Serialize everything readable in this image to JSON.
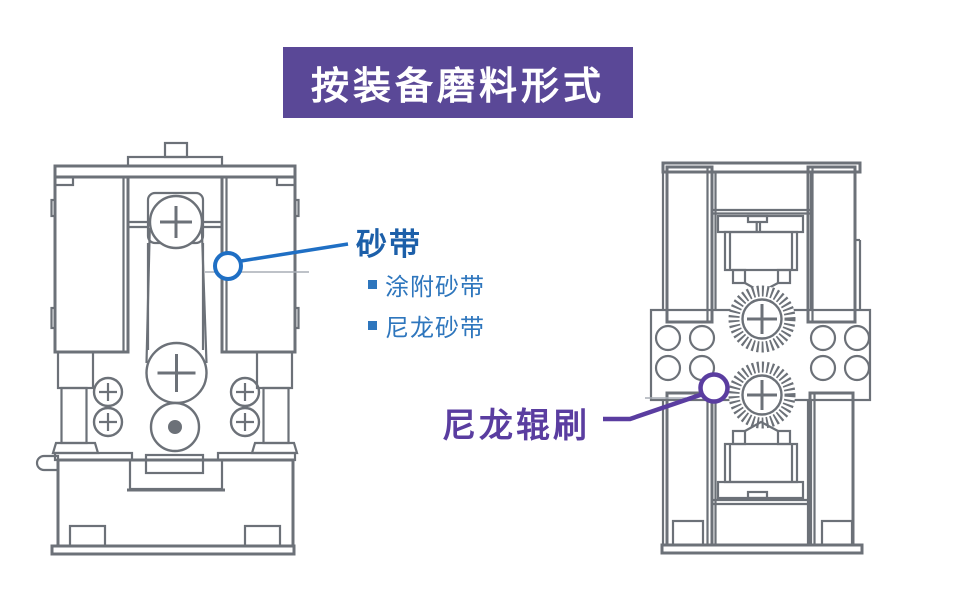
{
  "header": {
    "title": "按装备磨料形式"
  },
  "annotations": {
    "belt": {
      "label": "砂带",
      "items": [
        {
          "label": "涂附砂带"
        },
        {
          "label": "尼龙砂带"
        }
      ]
    },
    "brush": {
      "label": "尼龙辊刷"
    }
  },
  "colors": {
    "banner_bg": "#5a4897",
    "banner_text": "#ffffff",
    "belt_label": "#1c5fa9",
    "belt_item": "#2e76bd",
    "belt_leader": "#1f6fc4",
    "brush_accent": "#5a3da0",
    "machine_line": "#6c7178",
    "machine_line_light": "#9aa0a8"
  }
}
